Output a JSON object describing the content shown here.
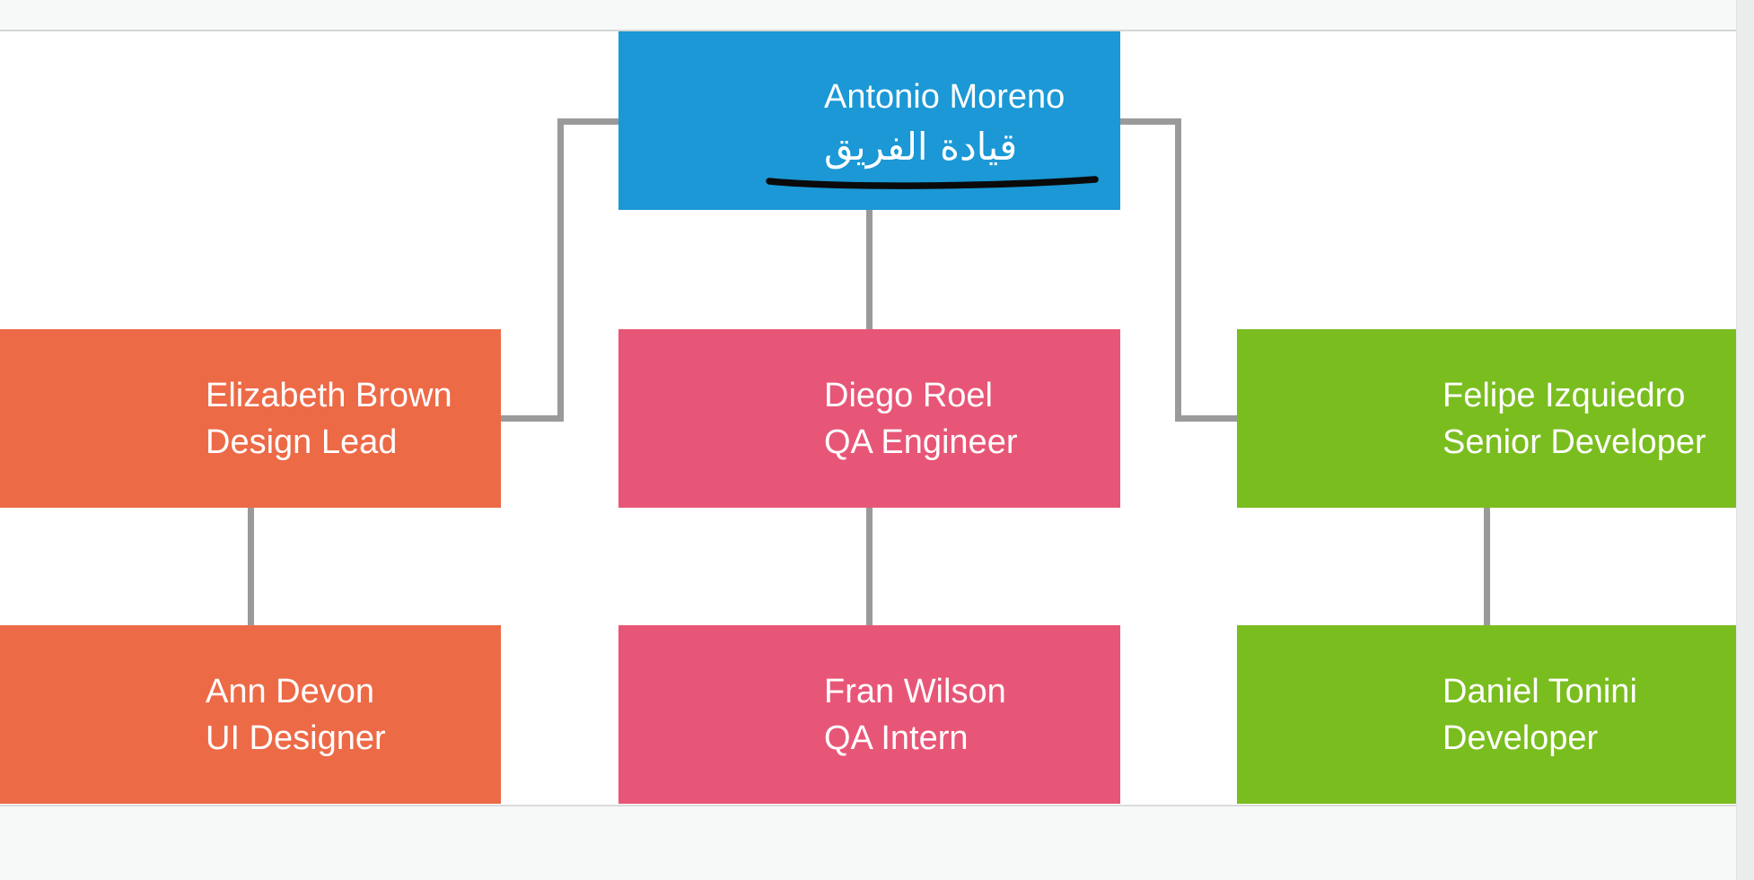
{
  "colors": {
    "root_blue": "#1b98d5",
    "design_orange": "#ed6a47",
    "qa_pink": "#e85677",
    "dev_green": "#7abd1f",
    "connector": "#9a9a9a",
    "annotation": "#0a0a0a"
  },
  "chart": {
    "type": "org-chart",
    "nodes": [
      {
        "id": "antonio-moreno",
        "name": "Antonio Moreno",
        "title": "قيادة الفريق",
        "color": "#1b98d5"
      },
      {
        "id": "elizabeth-brown",
        "name": "Elizabeth Brown",
        "title": "Design Lead",
        "color": "#ed6a47"
      },
      {
        "id": "diego-roel",
        "name": "Diego Roel",
        "title": "QA Engineer",
        "color": "#e85677"
      },
      {
        "id": "felipe-izquiedro",
        "name": "Felipe Izquiedro",
        "title": "Senior Developer",
        "color": "#7abd1f"
      },
      {
        "id": "ann-devon",
        "name": "Ann Devon",
        "title": "UI Designer",
        "color": "#ed6a47"
      },
      {
        "id": "fran-wilson",
        "name": "Fran Wilson",
        "title": "QA Intern",
        "color": "#e85677"
      },
      {
        "id": "daniel-tonini",
        "name": "Daniel Tonini",
        "title": "Developer",
        "color": "#7abd1f"
      }
    ],
    "edges": [
      {
        "from": "antonio-moreno",
        "to": "elizabeth-brown"
      },
      {
        "from": "antonio-moreno",
        "to": "diego-roel"
      },
      {
        "from": "antonio-moreno",
        "to": "felipe-izquiedro"
      },
      {
        "from": "elizabeth-brown",
        "to": "ann-devon"
      },
      {
        "from": "diego-roel",
        "to": "fran-wilson"
      },
      {
        "from": "felipe-izquiedro",
        "to": "daniel-tonini"
      }
    ],
    "annotation": {
      "type": "hand-drawn-underline",
      "target": "antonio-moreno subtitle",
      "color": "#0a0a0a"
    }
  }
}
